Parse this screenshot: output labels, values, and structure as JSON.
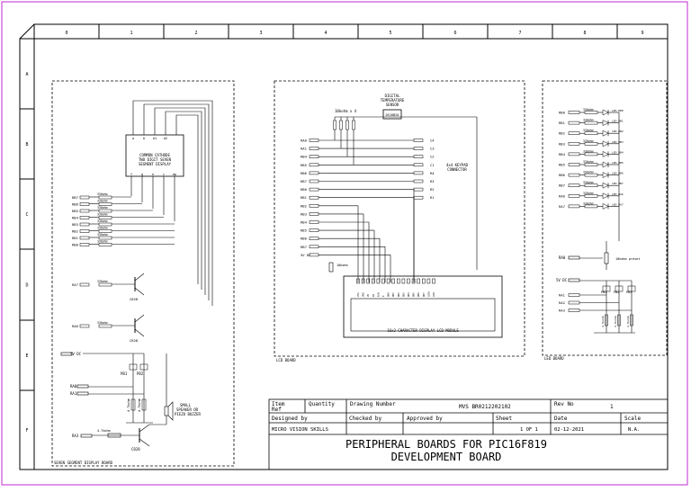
{
  "colors": {
    "frame": "#c02ad0",
    "line": "#000000"
  },
  "grid": {
    "cols": [
      "0",
      "1",
      "2",
      "3",
      "4",
      "5",
      "6",
      "7",
      "8",
      "9"
    ],
    "rows": [
      "A",
      "B",
      "C",
      "D",
      "E",
      "F"
    ]
  },
  "seven_seg": {
    "display_text": [
      "COMMON CATHODE",
      "TWO DIGIT SEVEN",
      "SEGMENT DISPLAY"
    ],
    "pin_top": [
      "a",
      "b",
      "d1",
      "d2"
    ],
    "pin_bot": [
      "f",
      "g",
      "e",
      "c",
      "dp"
    ],
    "rows": [
      {
        "port": "RB7",
        "res": "330ohm"
      },
      {
        "port": "RB6",
        "res": "330ohm"
      },
      {
        "port": "RB5",
        "res": "330ohm"
      },
      {
        "port": "RB4",
        "res": "330ohm"
      },
      {
        "port": "RB3",
        "res": "330ohm"
      },
      {
        "port": "RB2",
        "res": "330ohm"
      },
      {
        "port": "RB1",
        "res": "330ohm"
      },
      {
        "port": "RB0",
        "res": "330ohm"
      }
    ],
    "q_inputs": [
      {
        "port": "RA7",
        "res": "330ohm",
        "q": "C828"
      },
      {
        "port": "RA6",
        "res": "330ohm",
        "q": "C828"
      }
    ],
    "supply": "5V DC",
    "pb": [
      "PB1",
      "PB2"
    ],
    "ra": [
      "RA0",
      "RA1"
    ],
    "res_pair": [
      "4.7kohm",
      "4.7kohm"
    ],
    "speaker": [
      "SMALL",
      "SPEAKER OR",
      "PIEZO BUZZER"
    ],
    "buzz": {
      "port": "RA3",
      "res": "4.7kohm",
      "q": "C828"
    },
    "board_label": "SEVEN SEGMENT DISPLAY BOARD"
  },
  "lcd": {
    "sensor": [
      "DIGITAL",
      "TEMPERATURE",
      "SENSOR"
    ],
    "sensor_chip": "DS18B20",
    "pullups": "10kohm x 4",
    "left_ports": [
      "RA0",
      "RA1",
      "RB4",
      "RB5",
      "RB6",
      "RB7",
      "RB0",
      "RB1",
      "RB2",
      "RB3",
      "RB4",
      "RB5",
      "RB6",
      "RB7",
      "5V DC"
    ],
    "right_ports": [
      "C4",
      "C3",
      "C2",
      "C1",
      "R4",
      "R3",
      "R2",
      "R1"
    ],
    "keypad": [
      "4x4 KEYPAD",
      "CONNECTOR"
    ],
    "pot": "10kohm",
    "lcd_pins": [
      "VSS",
      "VDD",
      "VO",
      "RS",
      "R/W",
      "E",
      "DB0",
      "DB1",
      "DB2",
      "DB3",
      "DB4",
      "DB5",
      "DB6",
      "DB7",
      "LED+",
      "LED-"
    ],
    "lcd_label": "16x2 CHARACTER DISPLAY LCD MODULE",
    "board_label": "LCD BOARD"
  },
  "led": {
    "rows": [
      {
        "port": "RB0",
        "res": "330ohm",
        "led": "LED RB0"
      },
      {
        "port": "RB1",
        "res": "330ohm",
        "led": "LED RB1"
      },
      {
        "port": "RB2",
        "res": "330ohm",
        "led": "LED RB2"
      },
      {
        "port": "RB3",
        "res": "330ohm",
        "led": "LED RB3"
      },
      {
        "port": "RB4",
        "res": "330ohm",
        "led": "LED RB4"
      },
      {
        "port": "RB5",
        "res": "330ohm",
        "led": "LED RB5"
      },
      {
        "port": "RB6",
        "res": "330ohm",
        "led": "LED RB6"
      },
      {
        "port": "RB7",
        "res": "330ohm",
        "led": "LED RB7"
      },
      {
        "port": "RA6",
        "res": "330ohm",
        "led": "LED RA6"
      },
      {
        "port": "RA7",
        "res": "330ohm",
        "led": "LED RA7"
      }
    ],
    "pot_port": "RA0",
    "pot": "10kohm preset",
    "supply": "5V DC",
    "pb": [
      "PB1",
      "PB2",
      "PB3"
    ],
    "ra": [
      "RA1",
      "RA2",
      "RA3"
    ],
    "res_pair": [
      "4.7kohm",
      "4.7kohm",
      "4.7kohm"
    ],
    "board_label": "LED BOARD"
  },
  "title_block": {
    "item_ref": [
      "Item",
      "Ref"
    ],
    "quantity": "Quantity",
    "drawing_number_label": "Drawing Number",
    "drawing_number": "MVS BR0212202102",
    "rev_no_label": "Rev No",
    "rev_no": "1",
    "designed_by_label": "Designed by",
    "checked_by_label": "Checked by",
    "approved_by_label": "Approved by",
    "sheet_label": "Sheet",
    "date_label": "Date",
    "scale_label": "Scale",
    "designed_by": "MICRO VISION SKILLS",
    "sheet": "1 OF 1",
    "date": "02-12-2021",
    "scale": "N.A.",
    "title_line1": "PERIPHERAL BOARDS FOR PIC16F819",
    "title_line2": "DEVELOPMENT BOARD"
  }
}
